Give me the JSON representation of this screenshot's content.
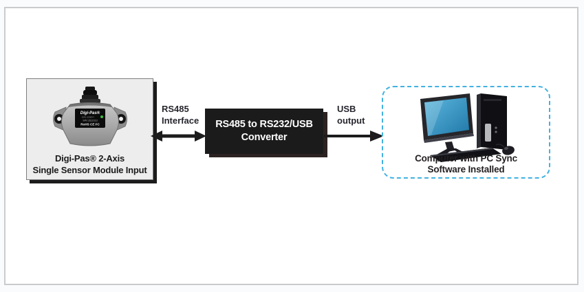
{
  "diagram": {
    "sensor": {
      "caption_line1": "Digi-Pas®  2-Axis",
      "caption_line2": "Single Sensor Module Input",
      "device_label": {
        "brand": "Digi-Pas®",
        "model": "DWL-2000XY",
        "serial": "S/N 13112113",
        "marks": "RoHS CE FC"
      }
    },
    "rs485_link": {
      "label_line1": "RS485",
      "label_line2": "Interface"
    },
    "converter": {
      "label_line1": "RS485 to RS232/USB",
      "label_line2": "Converter"
    },
    "usb_link": {
      "label_line1": "USB",
      "label_line2": "output"
    },
    "computer": {
      "caption_line1": "Computer with PC Sync",
      "caption_line2": "Software Installed"
    },
    "colors": {
      "frame_border": "#c9cbcd",
      "sensor_box_fill": "#ededee",
      "box_shadow": "#1c1c1c",
      "converter_bg": "#1b1b1b",
      "converter_text": "#ffffff",
      "arrow": "#1c1c1c",
      "dashed_border": "#41b1e1",
      "caption_text": "#231f20",
      "led_green": "#39c03f",
      "monitor_screen_blue": "#2f8fc2"
    }
  }
}
